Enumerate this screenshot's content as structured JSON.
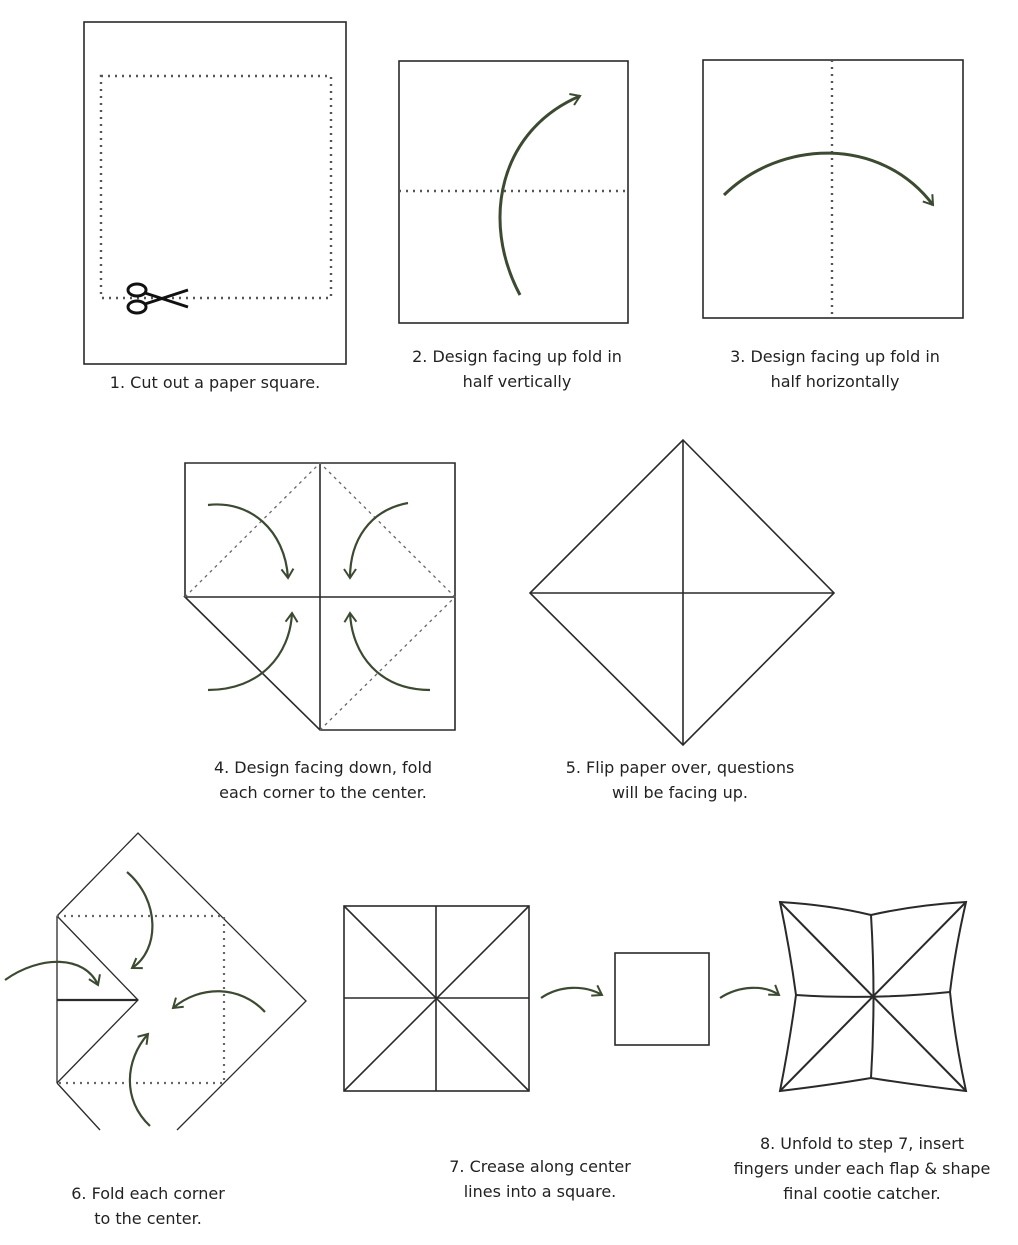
{
  "colors": {
    "line": "#2a2a2a",
    "arrow": "#3b4a30",
    "dotted": "#555555"
  },
  "steps": [
    {
      "lines": [
        "1. Cut out a paper square."
      ]
    },
    {
      "lines": [
        "2. Design facing up fold in",
        "half vertically"
      ]
    },
    {
      "lines": [
        "3. Design facing up fold in",
        "half horizontally"
      ]
    },
    {
      "lines": [
        "4.  Design facing down, fold",
        "each corner to the center."
      ]
    },
    {
      "lines": [
        "5. Flip paper over, questions",
        "will be facing up."
      ]
    },
    {
      "lines": [
        "6. Fold each corner",
        "to the center."
      ]
    },
    {
      "lines": [
        "7. Crease along center",
        "lines into a square."
      ]
    },
    {
      "lines": [
        "8. Unfold to step 7, insert",
        "fingers under each flap & shape",
        "final cootie catcher."
      ]
    }
  ]
}
